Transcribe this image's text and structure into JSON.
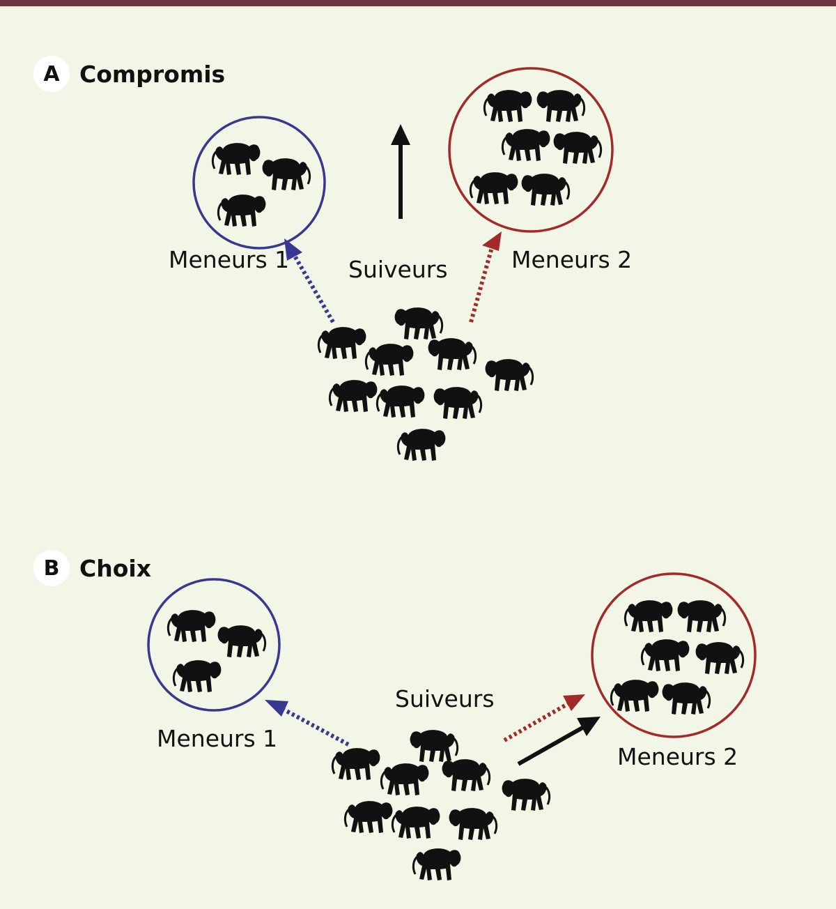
{
  "panel_a": {
    "letter": "A",
    "title": "Compromis",
    "leaders1_label": "Meneurs 1",
    "leaders2_label": "Meneurs 2",
    "followers_label": "Suiveurs"
  },
  "panel_b": {
    "letter": "B",
    "title": "Choix",
    "leaders1_label": "Meneurs 1",
    "leaders2_label": "Meneurs 2",
    "followers_label": "Suiveurs"
  },
  "colors": {
    "header_bar": "#6e3440",
    "background": "#f2f6e6",
    "leaders1": "#3a3790",
    "leaders2": "#a32a2a",
    "follower_arrow": "#111111",
    "baboon": "#111111"
  },
  "icons": {
    "animal": "baboon-icon",
    "panel_badge": "circle-badge"
  }
}
